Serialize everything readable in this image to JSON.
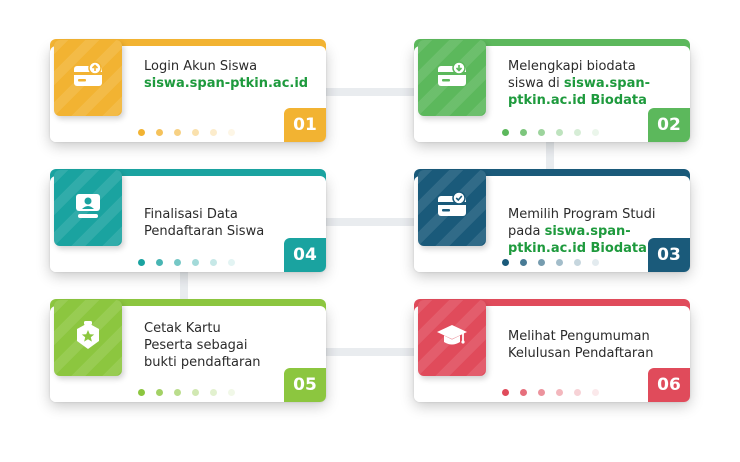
{
  "steps": [
    {
      "number": "01",
      "line1": "Login Akun Siswa",
      "link1": "siswa.span-ptkin.ac.id",
      "color": "#f2b332",
      "icon": "card-upload-icon"
    },
    {
      "number": "02",
      "line1": "Melengkapi biodata",
      "line2": "siswa di ",
      "link1": "siswa.span-",
      "link2": "ptkin.ac.id Biodata",
      "color": "#5cb85c",
      "icon": "card-download-icon"
    },
    {
      "number": "03",
      "line1": "Memilih Program Studi",
      "line2": "pada ",
      "link1": "siswa.span-",
      "link2": "ptkin.ac.id Biodata",
      "color": "#1a5a7a",
      "icon": "card-check-icon"
    },
    {
      "number": "04",
      "line1": "Finalisasi Data",
      "line2": "Pendaftaran Siswa",
      "color": "#1aa3a0",
      "icon": "user-monitor-icon"
    },
    {
      "number": "05",
      "line1": "Cetak Kartu",
      "line2": "Peserta sebagai",
      "line3": "bukti pendaftaran",
      "color": "#8cc63f",
      "icon": "badge-star-icon"
    },
    {
      "number": "06",
      "line1": "Melihat Pengumuman",
      "line2": "Kelulusan Pendaftaran",
      "color": "#e04b5b",
      "icon": "graduation-cap-icon"
    }
  ]
}
